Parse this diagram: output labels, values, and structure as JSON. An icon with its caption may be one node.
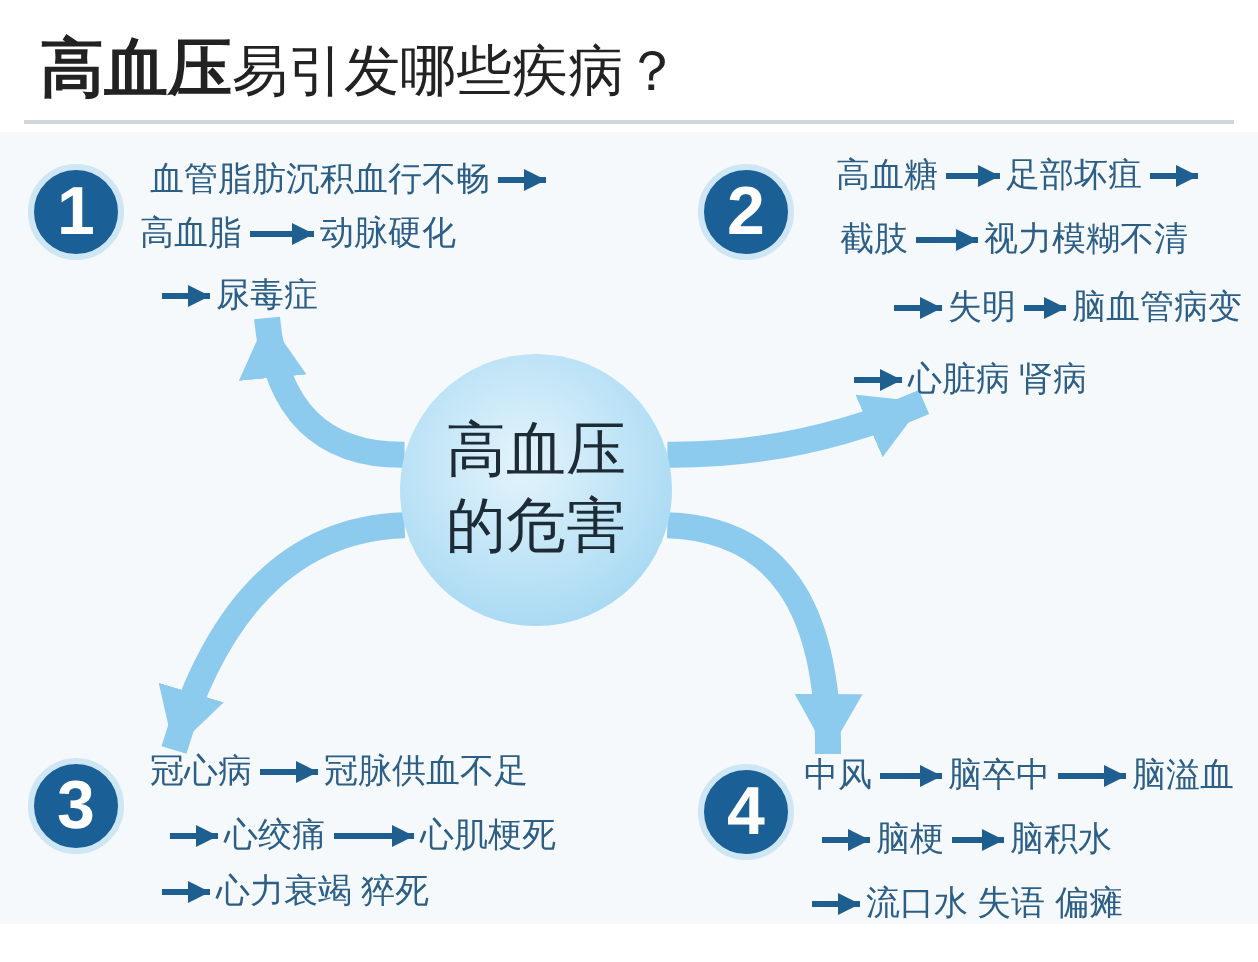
{
  "diagram": {
    "title": "**高血压**易引发哪些疾病？",
    "nodes": [
      {
        "text": [
          "高血压的危害"
        ]
      },
      {
        "text": [
          "1"
        ]
      },
      {
        "text": [
          "血管脂肪沉积血行不畅"
        ]
      },
      {
        "text": [
          "高血脂"
        ]
      },
      {
        "text": [
          "动脉硬化"
        ]
      },
      {
        "text": [
          "尿毒症"
        ]
      },
      {
        "text": [
          "2"
        ]
      },
      {
        "text": [
          "高血糖"
        ]
      },
      {
        "text": [
          "足部坏疽"
        ]
      },
      {
        "text": [
          "截肢"
        ]
      },
      {
        "text": [
          "视力模糊不清"
        ]
      },
      {
        "text": [
          "失明"
        ]
      },
      {
        "text": [
          "脑血管病变"
        ]
      },
      {
        "text": [
          "心脏病 肾病"
        ]
      },
      {
        "text": [
          "3"
        ]
      },
      {
        "text": [
          "冠心病"
        ]
      },
      {
        "text": [
          "冠脉供血不足"
        ]
      },
      {
        "text": [
          "心绞痛"
        ]
      },
      {
        "text": [
          "心肌梗死"
        ]
      },
      {
        "text": [
          "心力衰竭 猝死"
        ]
      },
      {
        "text": [
          "4"
        ]
      },
      {
        "text": [
          "中风"
        ]
      },
      {
        "text": [
          "脑卒中"
        ]
      },
      {
        "text": [
          "脑溢血"
        ]
      },
      {
        "text": [
          "脑梗"
        ]
      },
      {
        "text": [
          "脑积水"
        ]
      },
      {
        "text": [
          "流口水 失语 偏瘫"
        ]
      }
    ],
    "edges": [
      {
        "from": 0,
        "to": 5,
        "arrow": "to",
        "style": "thick",
        "color": "#8ccbee"
      },
      {
        "from": 0,
        "to": 13,
        "arrow": "to",
        "style": "thick",
        "color": "#8ccbee"
      },
      {
        "from": 0,
        "to": 15,
        "arrow": "to",
        "style": "thick",
        "color": "#8ccbee"
      },
      {
        "from": 0,
        "to": 21,
        "arrow": "to",
        "style": "thick",
        "color": "#8ccbee"
      },
      {
        "from": 2,
        "to": null,
        "arrow": "to"
      },
      {
        "from": 3,
        "to": 4,
        "arrow": "to"
      },
      {
        "from": null,
        "to": 5,
        "arrow": "to"
      },
      {
        "from": 7,
        "to": 8,
        "arrow": "to"
      },
      {
        "from": 8,
        "to": null,
        "arrow": "to"
      },
      {
        "from": 9,
        "to": 10,
        "arrow": "to"
      },
      {
        "from": null,
        "to": 11,
        "arrow": "to"
      },
      {
        "from": 11,
        "to": 12,
        "arrow": "to"
      },
      {
        "from": null,
        "to": 13,
        "arrow": "to"
      },
      {
        "from": 15,
        "to": 16,
        "arrow": "to"
      },
      {
        "from": null,
        "to": 17,
        "arrow": "to"
      },
      {
        "from": 17,
        "to": 18,
        "arrow": "to"
      },
      {
        "from": null,
        "to": 19,
        "arrow": "to"
      },
      {
        "from": 21,
        "to": 22,
        "arrow": "to"
      },
      {
        "from": 22,
        "to": 23,
        "arrow": "to"
      },
      {
        "from": null,
        "to": 24,
        "arrow": "to"
      },
      {
        "from": 24,
        "to": 25,
        "arrow": "to"
      },
      {
        "from": null,
        "to": 26,
        "arrow": "to"
      }
    ]
  }
}
